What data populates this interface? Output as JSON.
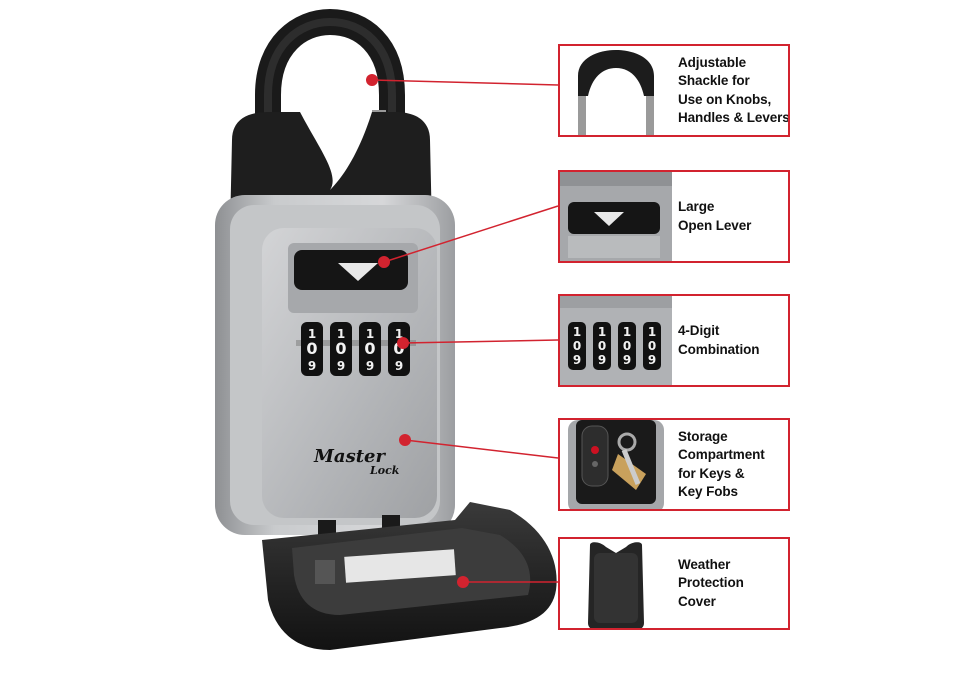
{
  "product": {
    "brand_line1": "Master",
    "brand_line2": "Lock",
    "dial_digits": [
      "1",
      "0",
      "9"
    ]
  },
  "callouts": [
    {
      "id": "shackle",
      "lines": [
        "Adjustable",
        "Shackle for",
        "Use on Knobs,",
        "Handles & Levers"
      ]
    },
    {
      "id": "lever",
      "lines": [
        "Large",
        "Open Lever"
      ]
    },
    {
      "id": "combination",
      "lines": [
        "4-Digit",
        "Combination"
      ]
    },
    {
      "id": "storage",
      "lines": [
        "Storage",
        "Compartment",
        "for Keys &",
        "Key Fobs"
      ]
    },
    {
      "id": "cover",
      "lines": [
        "Weather",
        "Protection",
        "Cover"
      ]
    }
  ],
  "colors": {
    "accent": "#d2232f",
    "body_gray": "#b9bbbd",
    "shackle_black": "#1c1c1c",
    "cover_black": "#2a2a2a"
  },
  "icons": [
    "down-triangle-icon",
    "pointer-dot-icon"
  ]
}
